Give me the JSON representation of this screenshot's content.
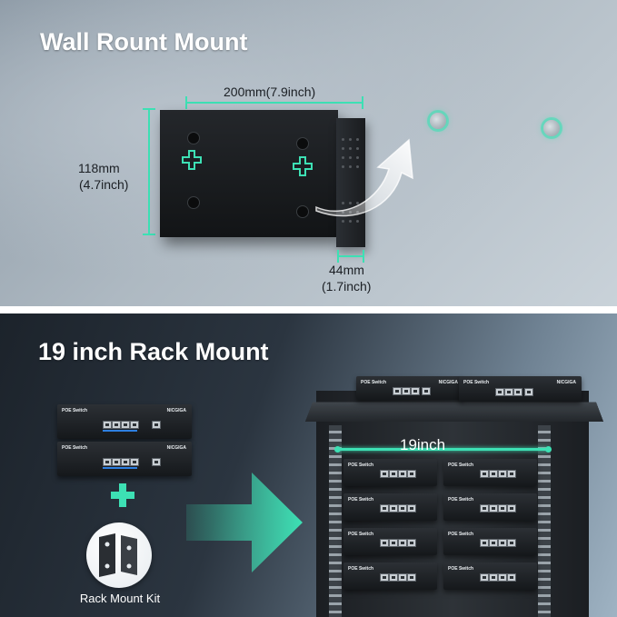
{
  "wall": {
    "title": "Wall Rount Mount",
    "width_label": "200mm(7.9inch)",
    "height_label_mm": "118mm",
    "height_label_in": "(4.7inch)",
    "depth_label_mm": "44mm",
    "depth_label_in": "(1.7inch)"
  },
  "rack": {
    "title": "19 inch Rack Mount",
    "width_label": "19inch",
    "kit_label": "Rack Mount Kit"
  },
  "device": {
    "name": "POE Switch",
    "brand": "NICGIGA"
  },
  "colors": {
    "accent": "#3de0b4",
    "port_led": "#2d7fe0"
  }
}
